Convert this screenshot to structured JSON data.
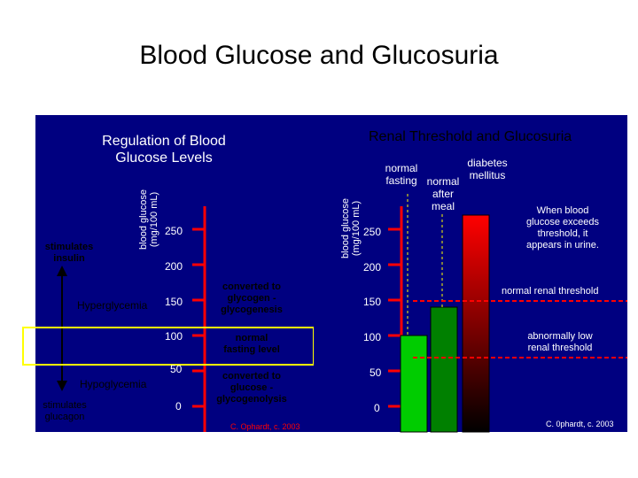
{
  "slide": {
    "title": "Blood Glucose and Glucosuria"
  },
  "left": {
    "title_line1": "Regulation of Blood",
    "title_line2": "Glucose Levels",
    "axis_label_line1": "blood glucose",
    "axis_label_line2": "(mg/100 mL)",
    "ticks": [
      "250",
      "200",
      "150",
      "100",
      "50",
      "0"
    ],
    "stimulates_insulin_line1": "stimulates",
    "stimulates_insulin_line2": "insulin",
    "hyperglycemia": "Hyperglycemia",
    "hypoglycemia": "Hypoglycemia",
    "stimulates_glucagon_line1": "stimulates",
    "stimulates_glucagon_line2": "glucagon",
    "glycogenesis_line1": "converted to",
    "glycogenesis_line2": "glycogen -",
    "glycogenesis_line3": "glycogenesis",
    "normal_line1": "normal",
    "normal_line2": "fasting level",
    "glycogenolysis_line1": "converted to",
    "glycogenolysis_line2": "glucose -",
    "glycogenolysis_line3": "glycogenolysis",
    "credit": "C. Ophardt, c. 2003"
  },
  "right": {
    "title": "Renal Threshold and Glucosuria",
    "axis_label_line1": "blood glucose",
    "axis_label_line2": "(mg/100 mL)",
    "ticks": [
      "250",
      "200",
      "150",
      "100",
      "50",
      "0"
    ],
    "bar_labels": {
      "normal_fasting_line1": "normal",
      "normal_fasting_line2": "fasting",
      "normal_after_meal_line1": "normal",
      "normal_after_meal_line2": "after",
      "normal_after_meal_line3": "meal",
      "diabetes_line1": "diabetes",
      "diabetes_line2": "mellitus"
    },
    "bars": [
      {
        "name": "normal fasting",
        "value": 100,
        "color": "#00cc00"
      },
      {
        "name": "normal after meal",
        "value": 140,
        "color": "#008000"
      },
      {
        "name": "diabetes mellitus",
        "value": 270,
        "color": "#ff0000"
      }
    ],
    "exceeds_line1": "When blood",
    "exceeds_line2": "glucose exceeds",
    "exceeds_line3": "threshold, it",
    "exceeds_line4": "appears in urine.",
    "normal_threshold": "normal renal threshold",
    "low_threshold_line1": "abnormally low",
    "low_threshold_line2": "renal threshold",
    "credit": "C. 0phardt, c. 2003"
  },
  "colors": {
    "panel": "#000080",
    "accent_red": "#ff0000",
    "bar_green": "#00cc00",
    "bar_dark_green": "#008000"
  }
}
